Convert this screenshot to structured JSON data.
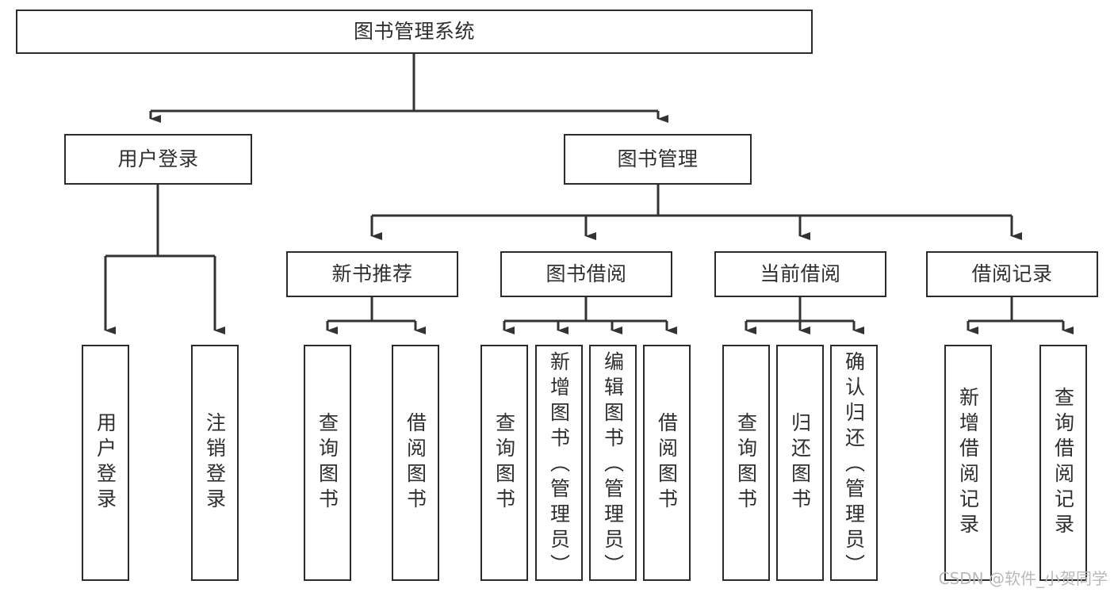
{
  "diagram": {
    "title": "图书管理系统",
    "type": "hierarchy-tree",
    "watermark": "CSDN @软件_小贺同学",
    "colors": {
      "box_border": "#2b2b2b",
      "box_fill": "#ffffff",
      "connector": "#333333",
      "text": "#2f2f2f",
      "watermark": "#b9b9b9"
    },
    "levels": {
      "level1": [
        "图书管理系统"
      ],
      "level2": [
        "用户登录",
        "图书管理"
      ],
      "level3": [
        "新书推荐",
        "图书借阅",
        "当前借阅",
        "借阅记录"
      ],
      "level4": [
        "用户登录",
        "注销登录",
        "查询图书",
        "借阅图书",
        "查询图书",
        "新增图书（管理员）",
        "编辑图书（管理员）",
        "借阅图书",
        "查询图书",
        "归还图书",
        "确认归还（管理员）",
        "新增借阅记录",
        "查询借阅记录"
      ]
    },
    "nodes": {
      "root": {
        "label": "图书管理系统"
      },
      "user_login": {
        "label": "用户登录"
      },
      "book_manage": {
        "label": "图书管理"
      },
      "new_book_rec": {
        "label": "新书推荐"
      },
      "book_borrow": {
        "label": "图书借阅"
      },
      "current_borrow": {
        "label": "当前借阅"
      },
      "borrow_record": {
        "label": "借阅记录"
      },
      "leaf_user_login": {
        "label": "用户登录"
      },
      "leaf_logout": {
        "label": "注销登录"
      },
      "leaf_query_book_1": {
        "label": "查询图书"
      },
      "leaf_borrow_book_1": {
        "label": "借阅图书"
      },
      "leaf_query_book_2": {
        "label": "查询图书"
      },
      "leaf_add_book": {
        "label": "新增图书（管理员）"
      },
      "leaf_edit_book": {
        "label": "编辑图书（管理员）"
      },
      "leaf_borrow_book_2": {
        "label": "借阅图书"
      },
      "leaf_query_book_3": {
        "label": "查询图书"
      },
      "leaf_return_book": {
        "label": "归还图书"
      },
      "leaf_confirm_return": {
        "label": "确认归还（管理员）"
      },
      "leaf_add_record": {
        "label": "新增借阅记录"
      },
      "leaf_query_record": {
        "label": "查询借阅记录"
      }
    }
  }
}
